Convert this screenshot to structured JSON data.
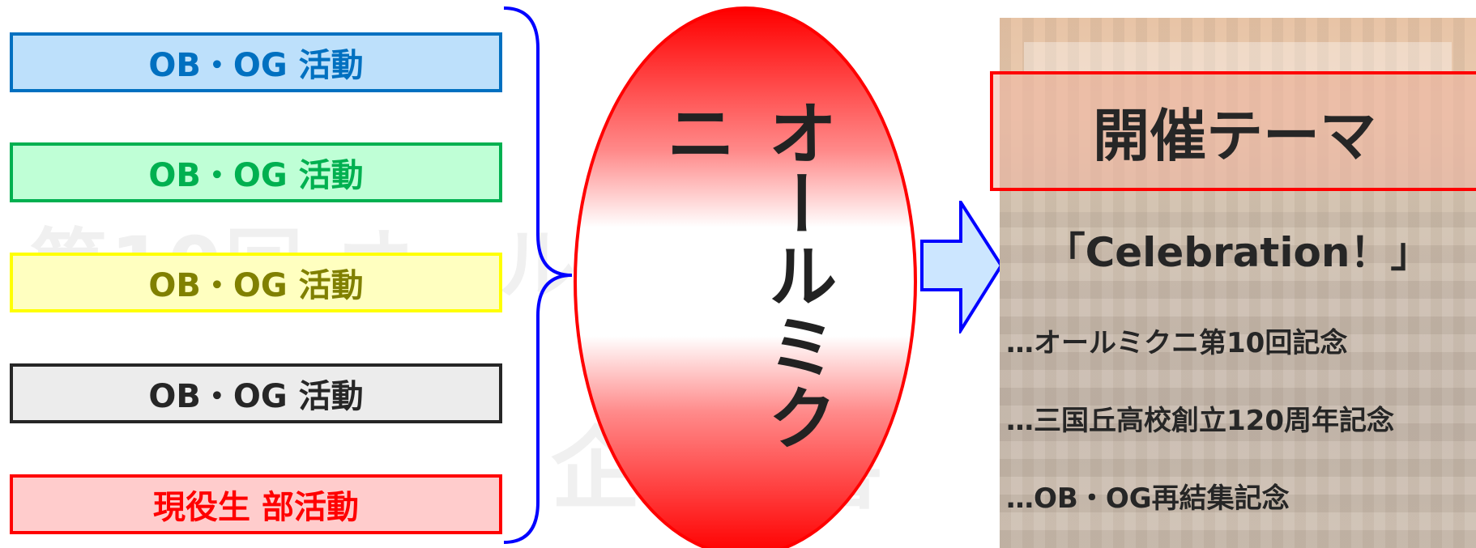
{
  "watermark": {
    "line1": "第10回 オールミ",
    "line2": "企画書"
  },
  "activities": [
    {
      "label": "OB・OG 活動",
      "color": "#0070c0",
      "fill": "#bde0fb",
      "border": "#0070c0"
    },
    {
      "label": "OB・OG 活動",
      "color": "#00b050",
      "fill": "#bfffd6",
      "border": "#00b050"
    },
    {
      "label": "OB・OG 活動",
      "color": "#808000",
      "fill": "#ffffc0",
      "border": "#ffff00"
    },
    {
      "label": "OB・OG 活動",
      "color": "#262626",
      "fill": "#ececec",
      "border": "#262626"
    },
    {
      "label": "現役生 部活動",
      "color": "#ff0000",
      "fill": "#ffcccc",
      "border": "#ff0000"
    }
  ],
  "ellipse": {
    "label": "オールミクニ",
    "border": "#ff0000"
  },
  "theme": {
    "title": "開催テーマ",
    "slogan": "「Celebration！」",
    "notes": [
      "…オールミクニ第10回記念",
      "…三国丘高校創立120周年記念",
      "…OB・OG再結集記念"
    ]
  },
  "colors": {
    "brace": "#0000ff",
    "arrow_fill": "#cce6ff",
    "arrow_stroke": "#0000ff"
  }
}
